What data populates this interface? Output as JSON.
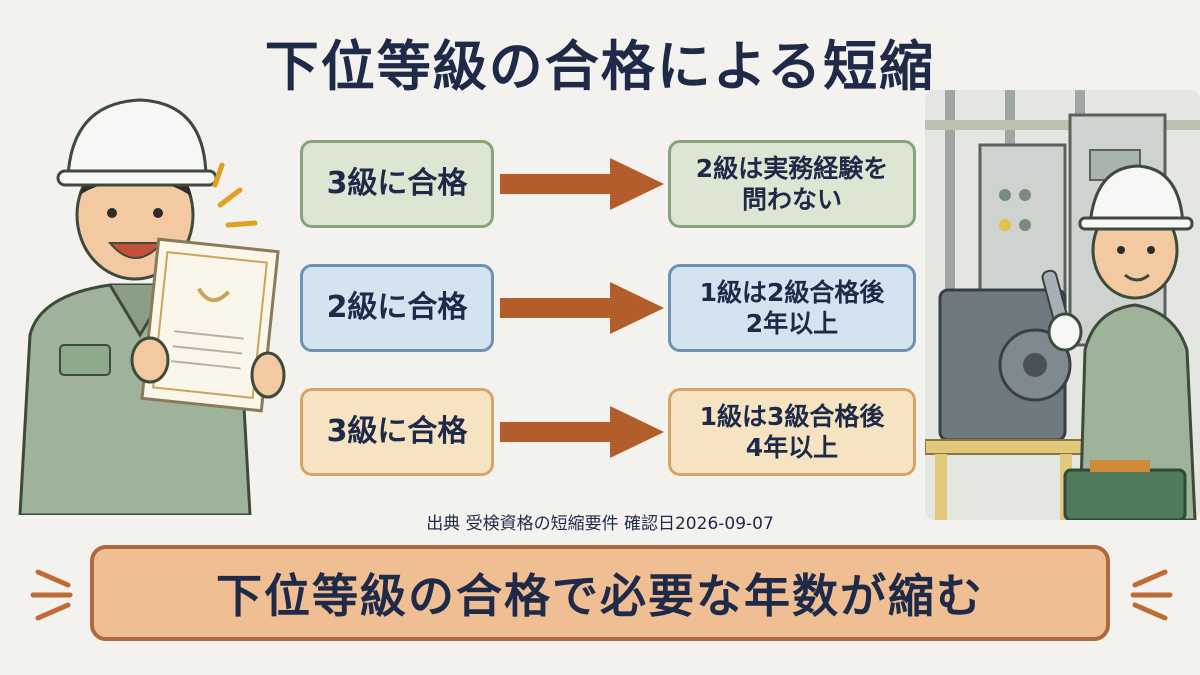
{
  "title": "下位等級の合格による短縮",
  "rows": [
    {
      "from": "3級に合格",
      "to_line1": "2級は実務経験を",
      "to_line2": "問わない",
      "color": "green"
    },
    {
      "from": "2級に合格",
      "to_line1": "1級は2級合格後",
      "to_line2": "2年以上",
      "color": "blue"
    },
    {
      "from": "3級に合格",
      "to_line1": "1級は3級合格後",
      "to_line2": "4年以上",
      "color": "tan"
    }
  ],
  "source_note": "出典 受検資格の短縮要件 確認日2026-09-07",
  "banner": "下位等級の合格で必要な年数が縮む",
  "colors": {
    "title": "#1f2a48",
    "arrow": "#b35e2a",
    "green": "#dde6d3",
    "blue": "#d3e3f0",
    "tan": "#f5e3c2",
    "banner": "#efbf93"
  },
  "icons": [
    "worker-with-certificate-icon",
    "worker-with-wrench-icon",
    "arrow-right-icon"
  ]
}
